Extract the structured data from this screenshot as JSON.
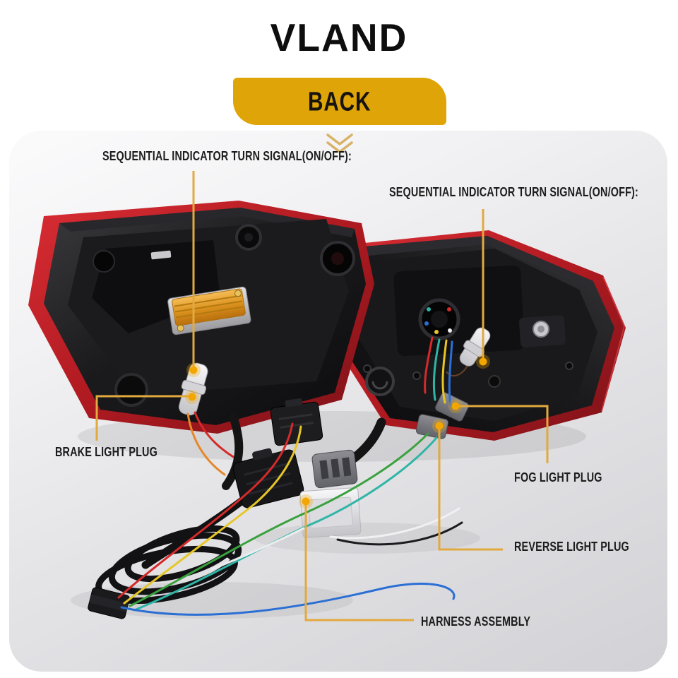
{
  "header": {
    "brand_logo": "VLAND",
    "section_label": "BACK"
  },
  "icons": {
    "chevron": "double-chevron-down"
  },
  "colors": {
    "banner_gold": "#DFA408",
    "callout_gold": "#E2A93F",
    "chevron_gold": "#D8B266",
    "indicator_amber": "#F2A602",
    "tail_light_red": "#C2232B",
    "panel_gray": "#D8D8DA"
  },
  "annotations": {
    "turn_signal_left": "SEQUENTIAL INDICATOR TURN SIGNAL(ON/OFF):",
    "turn_signal_right": "SEQUENTIAL INDICATOR TURN SIGNAL(ON/OFF):",
    "brake_light_plug": "BRAKE LIGHT PLUG",
    "fog_light_plug": "FOG LIGHT PLUG",
    "reverse_light_plug": "REVERSE LIGHT PLUG",
    "harness_assembly": "HARNESS ASSEMBLY"
  }
}
